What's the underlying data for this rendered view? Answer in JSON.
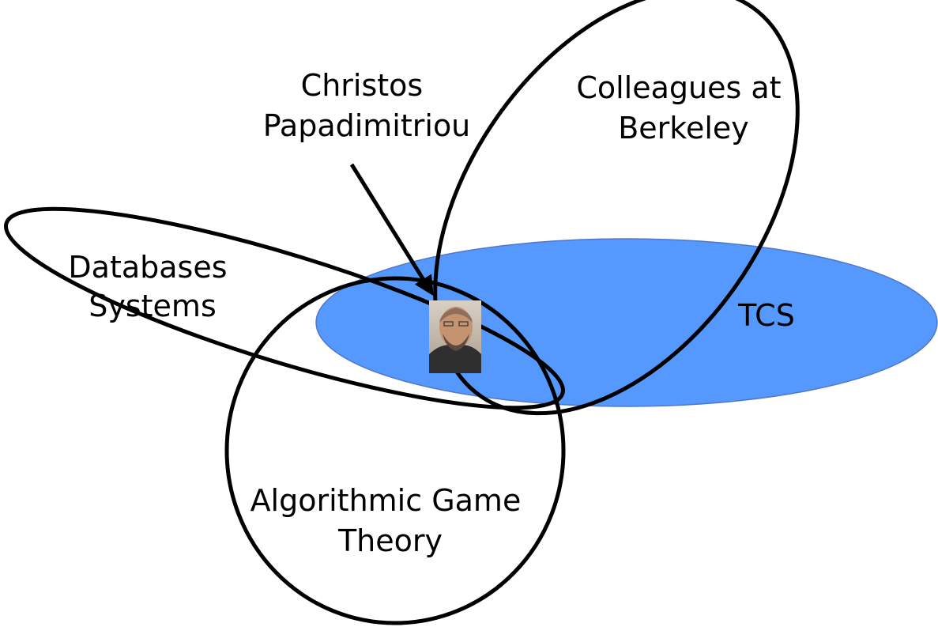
{
  "diagram": {
    "sets": [
      {
        "id": "tcs",
        "label": "TCS",
        "fill": "#5599ff"
      },
      {
        "id": "berkeley",
        "label_lines": [
          "Colleagues at",
          "Berkeley"
        ]
      },
      {
        "id": "databases",
        "label_lines": [
          "Databases",
          "Systems"
        ]
      },
      {
        "id": "agt",
        "label_lines": [
          "Algorithmic Game",
          "Theory"
        ]
      }
    ],
    "person": {
      "label_lines": [
        "Christos",
        "Papadimitriou"
      ],
      "photo": "portrait-photo"
    }
  }
}
